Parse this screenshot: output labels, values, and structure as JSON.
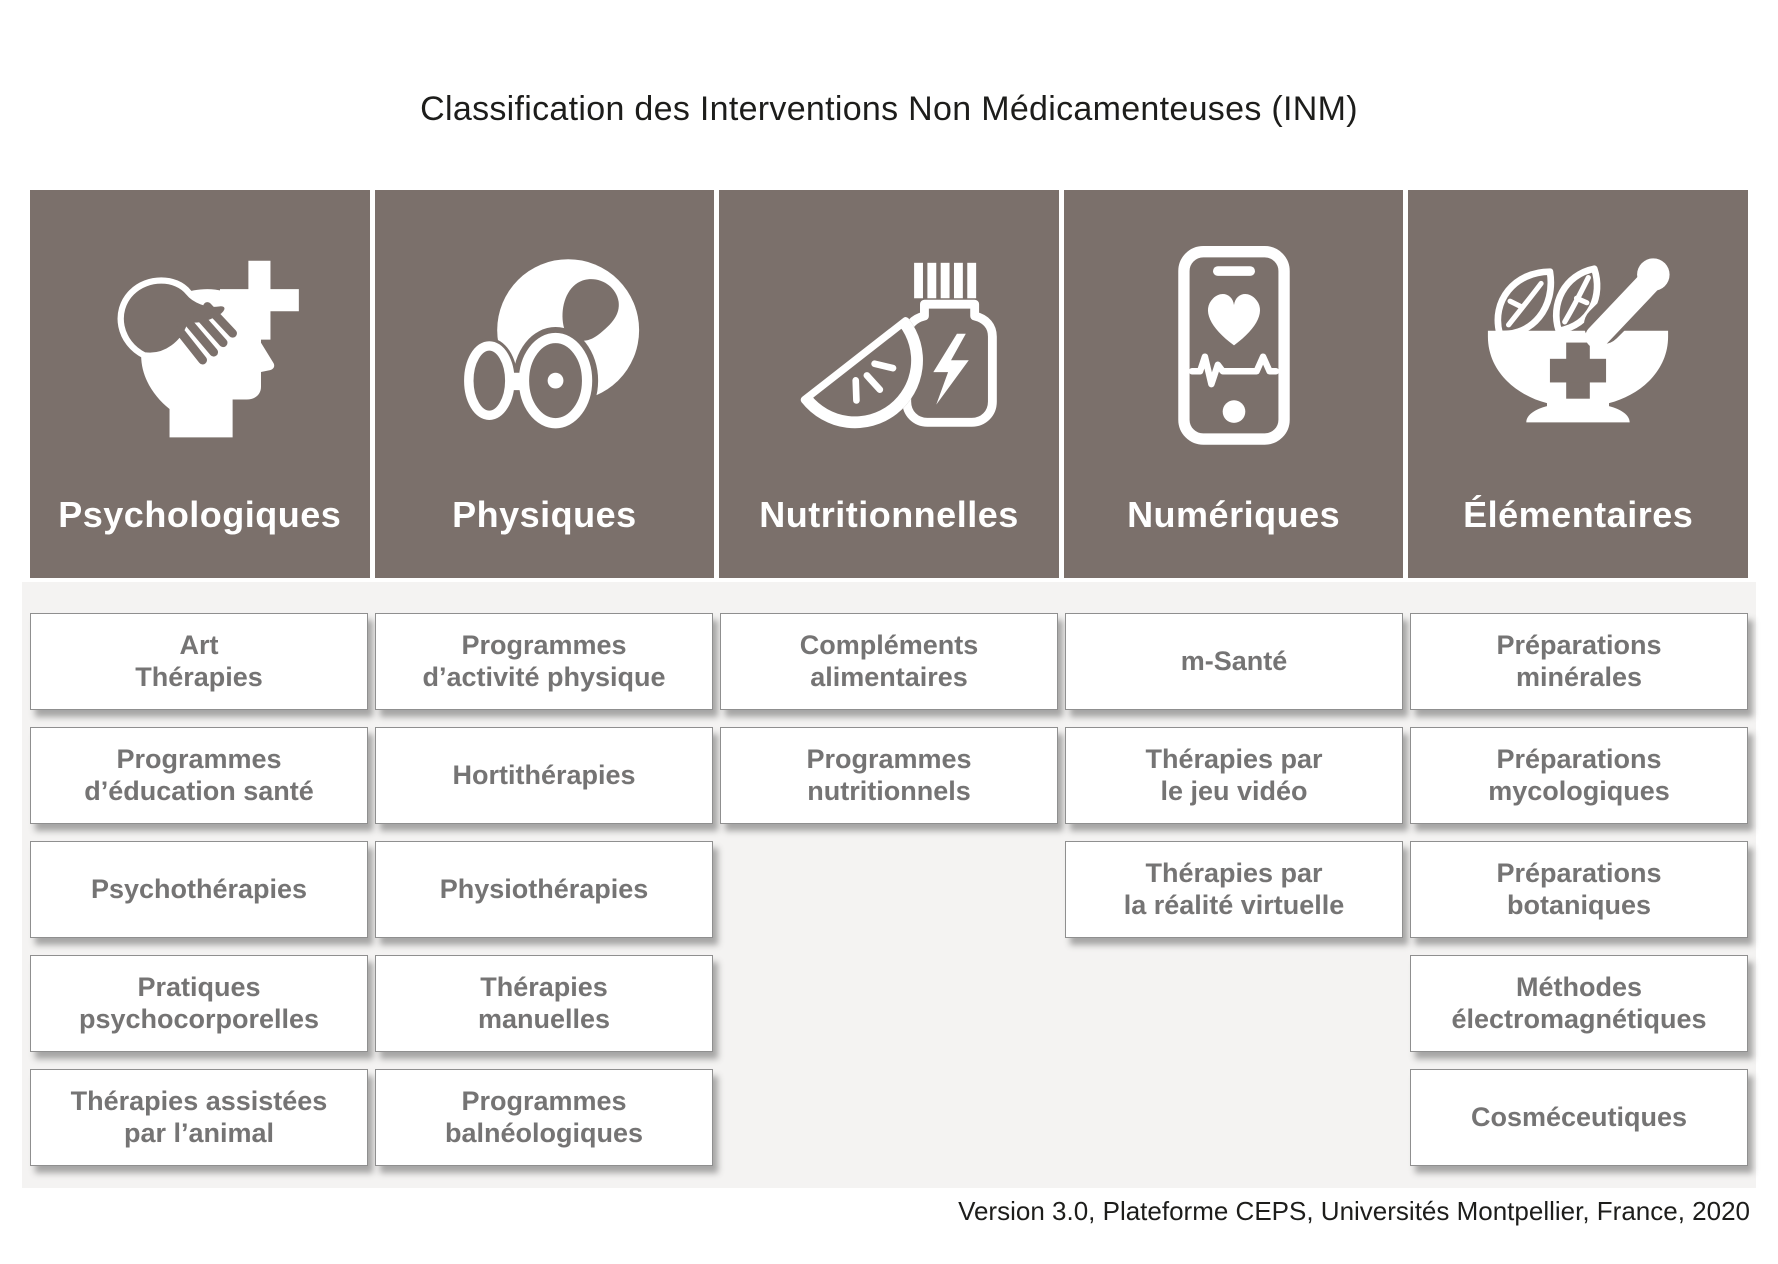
{
  "title": "Classification des Interventions Non Médicamenteuses (INM)",
  "footer": "Version 3.0, Plateforme CEPS, Universités Montpellier, France, 2020",
  "colors": {
    "header_bg": "#7b706b",
    "panel_bg": "#f4f3f2",
    "box_text": "#757474",
    "box_border": "#8f8f8f",
    "text_dark": "#1d1d1b"
  },
  "columns": [
    {
      "label": "Psychologiques",
      "icon": "hand-on-head-plus-icon",
      "items": [
        "Art\nThérapies",
        "Programmes\nd’éducation santé",
        "Psychothérapies",
        "Pratiques\npsychocorporelles",
        "Thérapies assistées\npar l’animal"
      ]
    },
    {
      "label": "Physiques",
      "icon": "exercise-ball-dumbbell-icon",
      "items": [
        "Programmes\nd’activité physique",
        "Hortithérapies",
        "Physiothérapies",
        "Thérapies\nmanuelles",
        "Programmes\nbalnéologiques"
      ]
    },
    {
      "label": "Nutritionnelles",
      "icon": "fruit-slice-supplement-icon",
      "items": [
        "Compléments\nalimentaires",
        "Programmes\nnutritionnels"
      ]
    },
    {
      "label": "Numériques",
      "icon": "smartphone-health-icon",
      "items": [
        "m-Santé",
        "Thérapies par\nle jeu vidéo",
        "Thérapies par\nla réalité virtuelle"
      ]
    },
    {
      "label": "Élémentaires",
      "icon": "mortar-pestle-leaves-icon",
      "items": [
        "Préparations\nminérales",
        "Préparations\nmycologiques",
        "Préparations\nbotaniques",
        "Méthodes\nélectromagnétiques",
        "Cosméceutiques"
      ]
    }
  ]
}
